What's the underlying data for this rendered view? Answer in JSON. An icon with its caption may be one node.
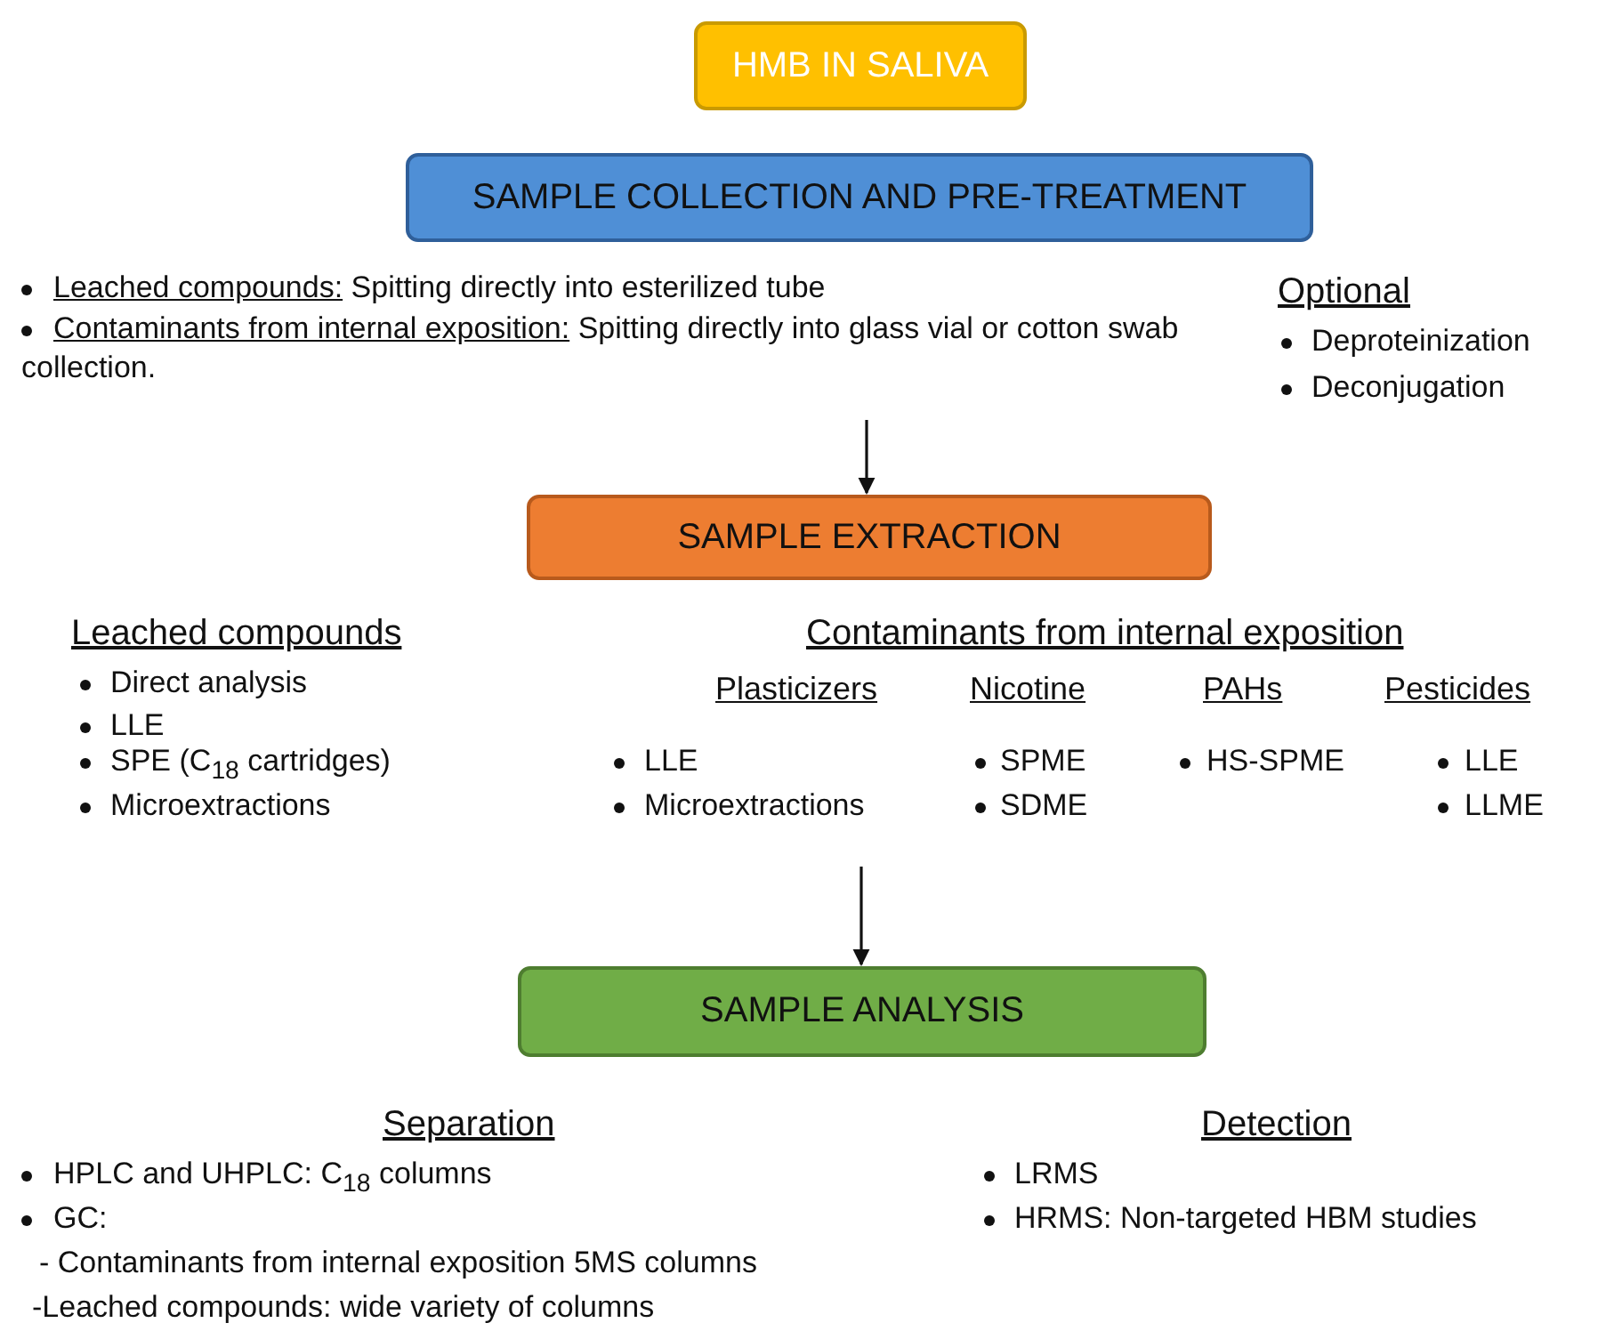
{
  "diagram": {
    "nodes": [
      {
        "text": [
          "HMB IN SALIVA"
        ]
      },
      {
        "text": [
          "SAMPLE COLLECTION AND PRE-TREATMENT"
        ]
      },
      {
        "text": [
          "SAMPLE EXTRACTION"
        ]
      },
      {
        "text": [
          "SAMPLE ANALYSIS"
        ]
      }
    ],
    "edges": [
      {
        "from": null,
        "to": 2,
        "arrow": "to"
      },
      {
        "from": null,
        "to": 3,
        "arrow": "to"
      }
    ],
    "labels": [
      "Leached compounds: Spitting directly into esterilized tube",
      "Contaminants from internal exposition: Spitting directly into glass vial or cotton swab collection.",
      "Optional",
      "Deproteinization",
      "Deconjugation",
      "Leached compounds",
      "Contaminants from internal exposition",
      "Direct analysis",
      "Plasticizers",
      "Nicotine",
      "PAHs",
      "Pesticides",
      "LLE",
      "SPE (C$_{18}$ cartridges)",
      "LLE",
      "SPME",
      "HS-SPME",
      "LLE",
      "Microextractions",
      "Microextractions",
      "SDME",
      "LLME",
      "Separation",
      "Detection",
      "HPLC and UHPLC: C$_{18}$ columns",
      "GC:",
      "- Contaminants from internal exposition 5MS columns",
      "-Leached compounds: wide variety of columns",
      "LRMS",
      "HRMS: Non-targeted HBM studies"
    ]
  }
}
